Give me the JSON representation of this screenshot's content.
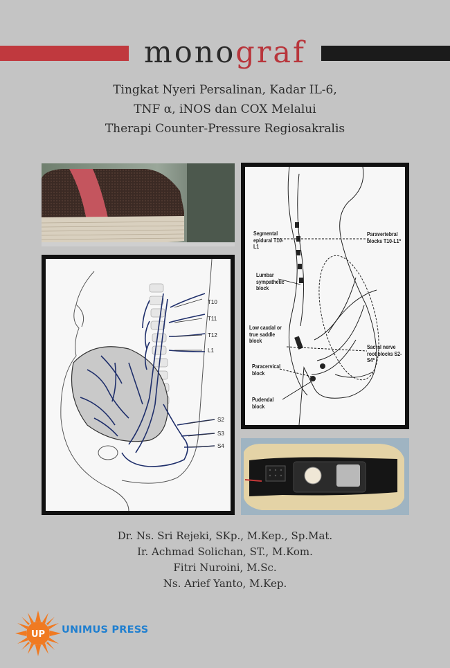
{
  "brand": {
    "part1": "mono",
    "part2": "graf"
  },
  "title_lines": [
    "Tingkat Nyeri Persalinan, Kadar IL-6,",
    "TNF α, iNOS  dan COX Melalui",
    "Therapi Counter-Pressure Regiosakralis"
  ],
  "spine_diagram": {
    "labels": [
      "T10",
      "T11",
      "T12",
      "L1",
      "S2",
      "S3",
      "S4"
    ]
  },
  "block_diagram": {
    "labels": {
      "segmental": "Segmental epidural T10-L1",
      "paravertebral": "Paravertebral blocks T10-L1*",
      "lumbar": "Lumbar sympathetic block",
      "caudal": "Low caudal or true saddle block",
      "sacral": "Sacral nerve root blocks S2-S4*",
      "paracervical": "Paracervical block",
      "pudendal": "Pudendal block"
    }
  },
  "authors": [
    "Dr. Ns. Sri Rejeki, SKp., M.Kep., Sp.Mat.",
    "Ir. Achmad Solichan, ST., M.Kom.",
    "Fitri Nuroini, M.Sc.",
    "Ns. Arief Yanto, M.Kep."
  ],
  "publisher": {
    "logo_text": "UP",
    "name": "UNIMUS PRESS"
  },
  "colors": {
    "background": "#c4c4c4",
    "accent_red": "#c0393e",
    "dark": "#1b1b1b",
    "publisher_blue": "#1f7fd0",
    "logo_orange": "#f07a22"
  }
}
